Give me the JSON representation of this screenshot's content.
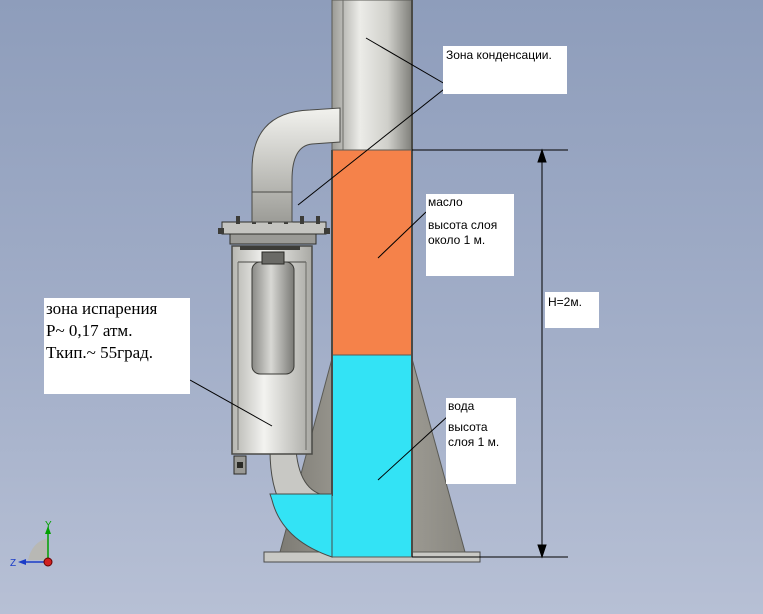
{
  "labels": {
    "condensation_zone": "Зона конденсации.",
    "oil": "масло",
    "oil_height_line1": "высота слоя",
    "oil_height_line2": "около  1 м.",
    "height_dim": "H=2м.",
    "evaporation_title": "зона испарения",
    "evaporation_pressure": "P~ 0,17 атм.",
    "evaporation_boiling": "Ткип.~ 55град.",
    "water": "вода",
    "water_height_line1": "высота",
    "water_height_line2": "слоя  1 м."
  },
  "triad": {
    "y": "Y",
    "z": "Z"
  },
  "colors": {
    "oil": "#f5824a",
    "water": "#33e3f5",
    "pipe_light": "#e6e6e2",
    "pipe_dark": "#8d8d88",
    "cone": "#9a9890",
    "background": "#9aa8c3"
  }
}
